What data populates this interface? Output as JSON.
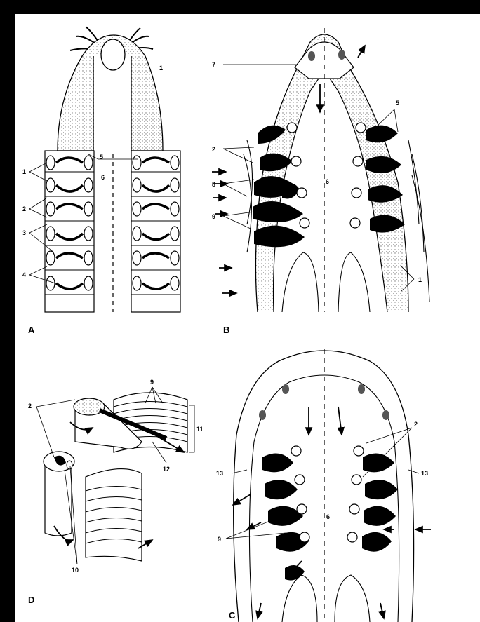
{
  "panels": {
    "a": {
      "letter": "A",
      "labels": {
        "l1": "1",
        "l5": "5",
        "l6": "6",
        "left1": "1",
        "left2": "2",
        "left3": "3",
        "left4": "4"
      }
    },
    "b": {
      "letter": "B",
      "labels": {
        "l7": "7",
        "l5": "5",
        "l2": "2",
        "l8": "8",
        "l9": "9",
        "l6": "6",
        "l1": "1"
      }
    },
    "c": {
      "letter": "C",
      "labels": {
        "l2": "2",
        "l13_left": "13",
        "l13_right": "13",
        "l9": "9",
        "l6": "6"
      }
    },
    "d": {
      "letter": "D",
      "labels": {
        "l9": "9",
        "l11": "11",
        "l2": "2",
        "l12": "12",
        "l10": "10"
      }
    }
  },
  "colors": {
    "background": "#000000",
    "paper": "#ffffff",
    "ink": "#000000",
    "stipple": "#d9d9d9"
  }
}
